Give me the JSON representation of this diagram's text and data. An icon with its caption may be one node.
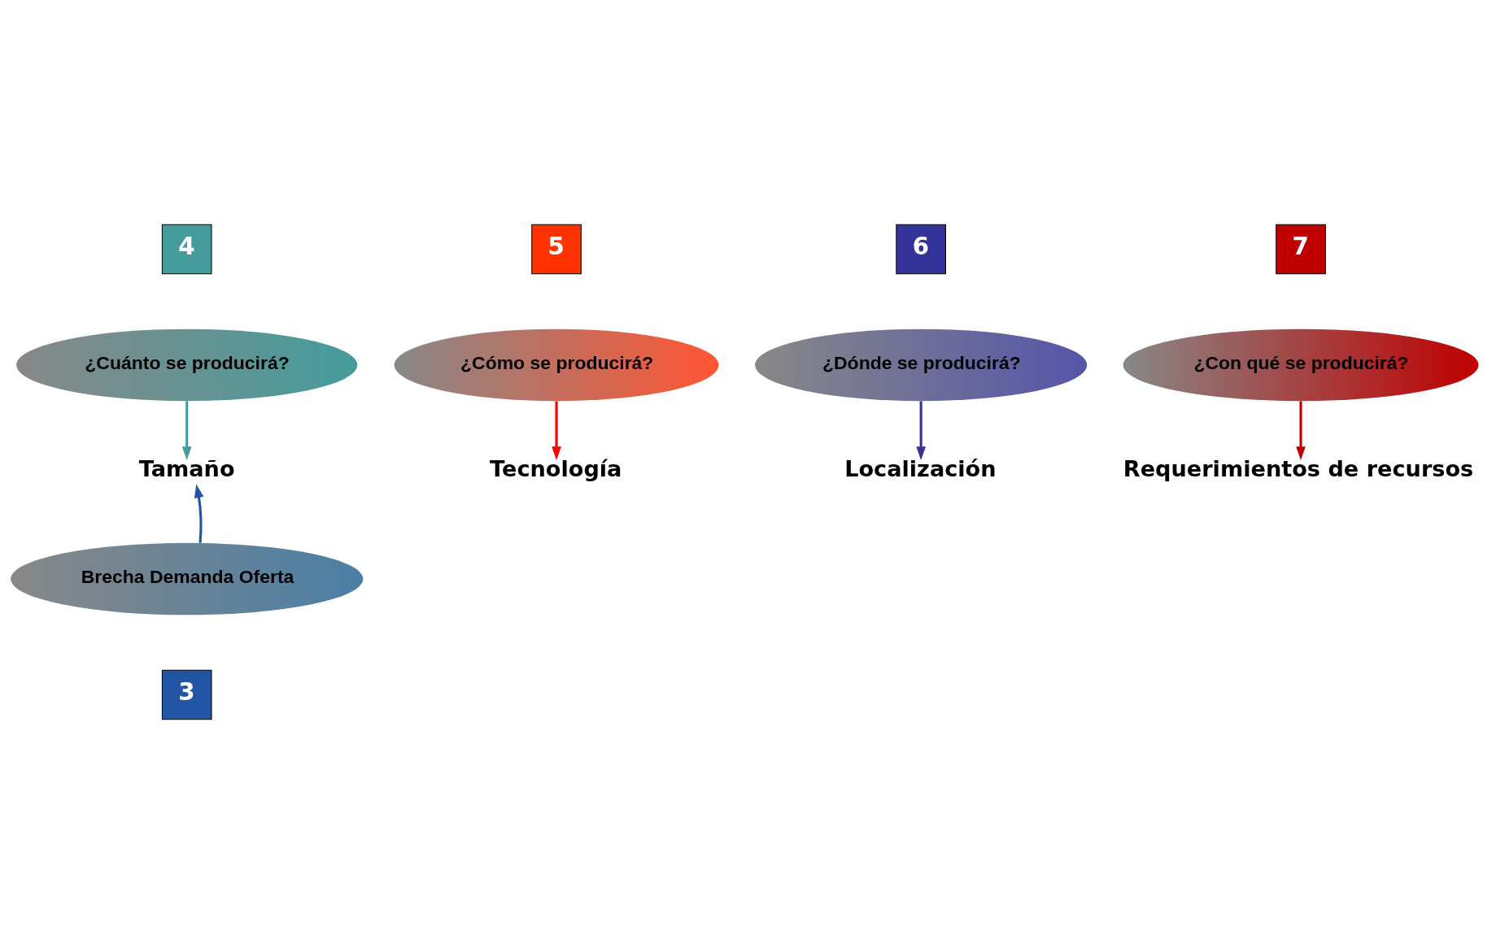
{
  "diagram": {
    "nodes": [
      {
        "text": [
          "4"
        ]
      },
      {
        "text": [
          "5"
        ]
      },
      {
        "text": [
          "6"
        ]
      },
      {
        "text": [
          "7"
        ]
      },
      {
        "text": [
          "¿Cuánto se producirá?"
        ]
      },
      {
        "text": [
          "¿Cómo se producirá?"
        ]
      },
      {
        "text": [
          "¿Dónde se producirá?"
        ]
      },
      {
        "text": [
          "¿Con qué se producirá?"
        ]
      },
      {
        "text": [
          "Tamaño"
        ]
      },
      {
        "text": [
          "Tecnología"
        ]
      },
      {
        "text": [
          "Localización"
        ]
      },
      {
        "text": [
          "Requerimientos de recursos"
        ]
      },
      {
        "text": [
          "Brecha Demanda Oferta"
        ]
      },
      {
        "text": [
          "3"
        ]
      }
    ],
    "edges": [
      {
        "from": 4,
        "to": 8,
        "arrow": "to",
        "color": "#459c9c"
      },
      {
        "from": 5,
        "to": 9,
        "arrow": "to",
        "color": "#ff0000"
      },
      {
        "from": 6,
        "to": 10,
        "arrow": "to",
        "color": "#333399"
      },
      {
        "from": 7,
        "to": 11,
        "arrow": "to",
        "color": "#c00000"
      },
      {
        "from": 12,
        "to": 8,
        "arrow": "to",
        "color": "#2255a4"
      }
    ]
  }
}
